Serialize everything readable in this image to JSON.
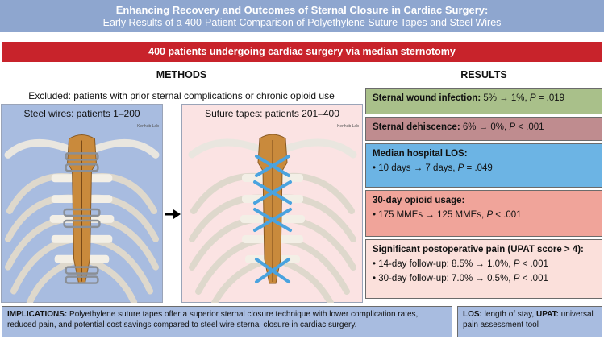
{
  "title": {
    "line1": "Enhancing Recovery and Outcomes of Sternal Closure in Cardiac Surgery:",
    "line2": "Early Results of a 400-Patient Comparison of Polyethylene Suture Tapes and Steel Wires"
  },
  "banner": "400 patients undergoing cardiac surgery via median sternotomy",
  "methods": {
    "heading": "METHODS",
    "excluded": "Excluded: patients with prior sternal complications or chronic opioid use",
    "steel": {
      "label": "Steel wires: patients 1–200",
      "watermark": "Kenhub Lab"
    },
    "tape": {
      "label": "Suture tapes: patients 201–400",
      "watermark": "Kenhub Lab"
    }
  },
  "results": {
    "heading": "RESULTS",
    "infection": {
      "label": "Sternal wound infection:",
      "value": " 5% → 1%, ",
      "p": "P",
      "pval": " = .019"
    },
    "dehiscence": {
      "label": "Sternal dehiscence:",
      "value": " 6% → 0%, ",
      "p": "P",
      "pval": " < .001"
    },
    "los": {
      "label": "Median hospital LOS:",
      "value": "• 10 days → 7 days, ",
      "p": "P",
      "pval": " = .049"
    },
    "opioid": {
      "label": "30-day opioid usage:",
      "value": "• 175 MMEs → 125 MMEs, ",
      "p": "P",
      "pval": " < .001"
    },
    "pain": {
      "label": "Significant postoperative pain (UPAT score > 4):",
      "l1": "• 14-day follow-up: 8.5% → 1.0%, ",
      "p1": "P",
      "pv1": " < .001",
      "l2": "• 30-day follow-up: 7.0% → 0.5%, ",
      "p2": "P",
      "pv2": " < .001"
    }
  },
  "implications": {
    "label": "IMPLICATIONS:",
    "text": " Polyethylene suture tapes offer a superior sternal closure technique with lower complication rates, reduced pain, and potential cost savings compared to steel wire sternal closure in cardiac surgery."
  },
  "legend": {
    "los_label": "LOS:",
    "los_text": " length of stay, ",
    "upat_label": "UPAT:",
    "upat_text": " universal pain assessment tool"
  },
  "colors": {
    "title_bg": "#8ea6cf",
    "banner": "#c8232b",
    "steel_panel": "#a8bce0",
    "tape_panel": "#fbe3e3",
    "infection": "#a9c08a",
    "dehiscence": "#bf8c8f",
    "los": "#6cb4e4",
    "opioid": "#f0a49a",
    "pain": "#fbe0db",
    "bone": "#c98a3c",
    "wire": "#8a8f96",
    "tape": "#4aa3df"
  }
}
